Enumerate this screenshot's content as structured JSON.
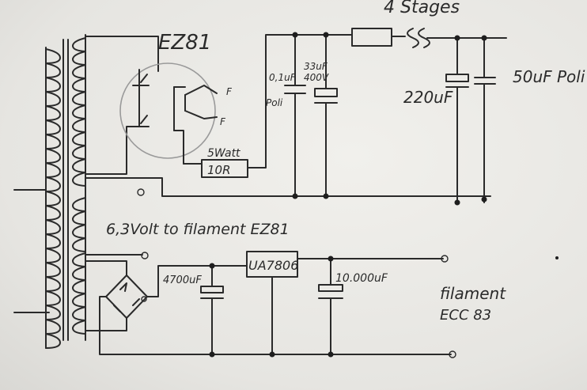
{
  "labels": {
    "stages": "4 Stages",
    "tube": "EZ81",
    "pin_f1": "F",
    "pin_f2": "F",
    "cap1_value": "0,1uF",
    "cap1_type": "Poli",
    "cap2_value": "33uF",
    "cap2_voltage": "400V",
    "cap3": "220uF",
    "cap4": "50uF Poli",
    "resistor_power": "5Watt",
    "resistor_value": "10R",
    "filament_note": "6,3Volt to filament EZ81",
    "cap5": "4700uF",
    "regulator": "UA7806",
    "cap6": "10.000uF",
    "filament_label": "filament",
    "filament_tube": "ECC 83"
  }
}
